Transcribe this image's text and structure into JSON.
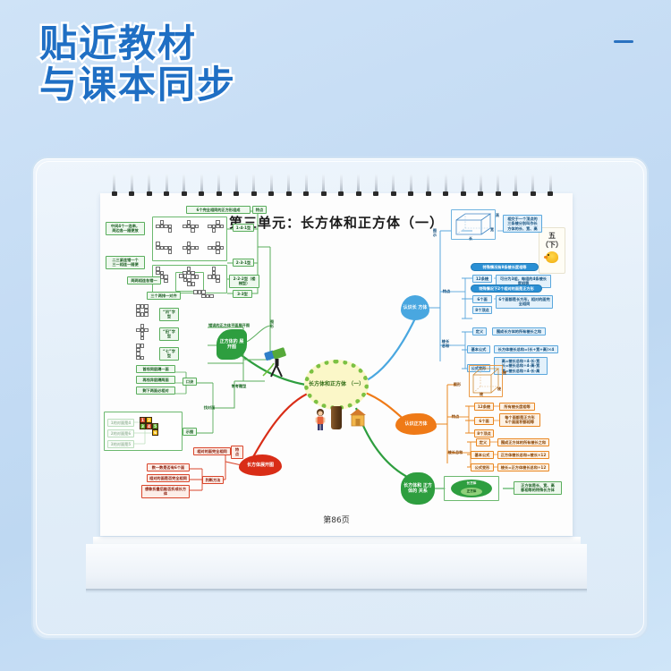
{
  "promo": {
    "line1": "贴近教材",
    "line2": "与课本同步",
    "dash": "—"
  },
  "page": {
    "title": "第三单元：长方体和正方体（一）",
    "grade_tab": {
      "line1": "五",
      "line2": "（下）",
      "icon": "duck-icon"
    },
    "page_number": "第86页",
    "center_node": "长方体和正方体\n（一）",
    "illustrations": [
      "telescope-icon",
      "tree-icon",
      "boy-icon",
      "house-icon"
    ]
  },
  "colors": {
    "blue": "#2a8fd4",
    "green": "#2e9e3f",
    "orange": "#ef7a17",
    "red": "#d92d17",
    "leaf": "#7cc142",
    "promo_text": "#1f6fc4"
  },
  "branches": {
    "cube_net": {
      "label": "正方体的\n展开图",
      "feature_key": "特点",
      "feature_value": "6个完全相同的正方形组成",
      "figure_key": "图形",
      "types": [
        {
          "type": "1-4-1型",
          "hint": "中间4个一连串，\n两边各一随便放"
        },
        {
          "type": "2-3-1型",
          "hint": "二三紧连错一个\n三一相连一随便"
        },
        {
          "type": "2-2-2型（楼梯型）",
          "hint": "两两相连各错一"
        },
        {
          "type": "3-3型",
          "hint": "三个两排一对齐"
        }
      ],
      "wrong_title": "错误的正方体平面展开图",
      "wrong_items": [
        "“凹”字型",
        "“田”字型",
        "“七”字型"
      ],
      "exam_title": "常考题型",
      "find_opposite": "找对面",
      "formula_key": "口诀",
      "formula_lines": [
        "首线同层隔一面",
        "再线异层隔两面",
        "剩下两面必相对"
      ],
      "demo_key": "示图",
      "demo_notes": [
        "1的对面是4",
        "2的对面是6",
        "3的对面是5"
      ],
      "demo_cells": [
        "1",
        "2",
        "3",
        "4",
        "5",
        "6"
      ]
    },
    "cuboid_net": {
      "label": "长方体展开图",
      "feature_key": "特点",
      "feature_value": "相对的面完全相同",
      "method_key": "判断方法",
      "method_items": [
        "数一数是否有6个面",
        "相对的面是否完全相同",
        "想象折叠后能否折成长方体"
      ]
    },
    "know_cuboid": {
      "label": "认识长\n方体",
      "figure_key": "图示",
      "figure_labels": [
        "长",
        "宽",
        "高"
      ],
      "figure_note": "相交于一个顶点的\n三条棱分别叫作长\n方体的长、宽、高",
      "feature_key": "特点",
      "features": [
        {
          "key": "12条棱",
          "value": "可分为3组，每组的4条棱长度相等",
          "banner_above": "特殊情况有8条棱长度相等",
          "banner_below": "特殊情况下2个相对的面是正方形"
        },
        {
          "key": "6个面",
          "value": "6个面都是长方形，相对的面完全相同"
        },
        {
          "key": "8个顶点",
          "value": ""
        }
      ],
      "sum_key": "棱长\n总和",
      "sum_items": [
        {
          "key": "定义",
          "value": "围成长方体的所有棱长之和"
        },
        {
          "key": "基本公式",
          "value": "长方体棱长总和=(长+宽+高)×4"
        },
        {
          "key": "公式变形",
          "value": "高=棱长总和÷4-长-宽\n长=棱长总和÷4-高-宽\n宽=棱长总和÷4-长-高"
        }
      ]
    },
    "know_cube": {
      "label": "认识正方体",
      "figure_key": "图形",
      "figure_labels": [
        "棱",
        "棱",
        "棱"
      ],
      "feature_key": "特点",
      "features": [
        {
          "key": "12条棱",
          "value": "所有棱长度相等"
        },
        {
          "key": "6个面",
          "value": "每个面都是正方形\n6个面面积都相等"
        },
        {
          "key": "8个顶点",
          "value": ""
        }
      ],
      "sum_key": "棱长总和",
      "sum_items": [
        {
          "key": "定义",
          "value": "围成正方体的所有棱长之和"
        },
        {
          "key": "基本公式",
          "value": "正方体棱长总和=棱长×12"
        },
        {
          "key": "公式变形",
          "value": "棱长=正方体棱长总和÷12"
        }
      ]
    },
    "relation": {
      "label": "长方体和\n正方体的\n关系",
      "venn_outer": "长方体",
      "venn_inner": "正方体",
      "note": "正方体是长、宽、高\n都相等的特殊长方体"
    }
  }
}
